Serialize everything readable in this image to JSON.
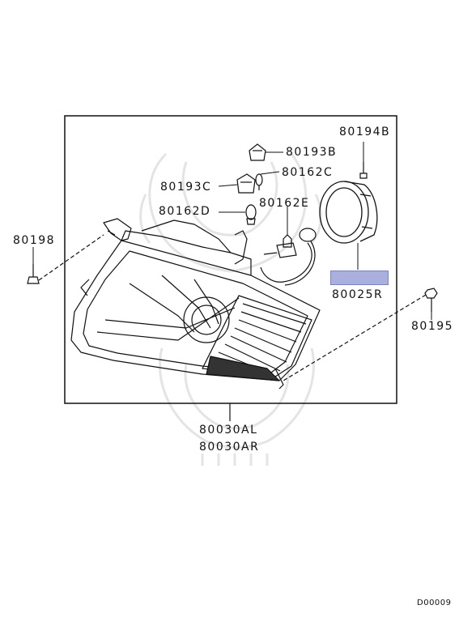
{
  "parts": {
    "p80194b": "80194B",
    "p80193b": "80193B",
    "p80162c": "80162C",
    "p80193c": "80193C",
    "p80162d": "80162D",
    "p80162e": "80162E",
    "p80198": "80198",
    "p80025r": "80025R",
    "p80195": "80195",
    "p80030al": "80030AL",
    "p80030ar": "80030AR"
  },
  "diagram_code": "D00009",
  "colors": {
    "highlight": "#a9b0de",
    "line": "#111111",
    "watermark": "#e6e6e6"
  }
}
